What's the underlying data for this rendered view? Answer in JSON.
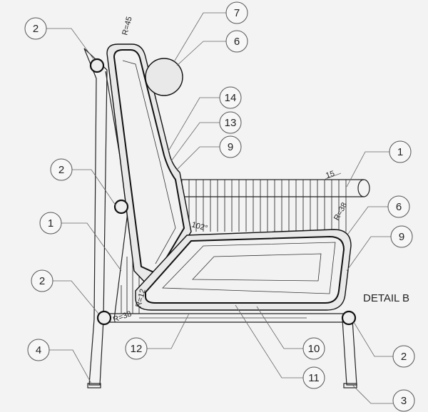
{
  "title": "DETAIL B",
  "callouts": [
    {
      "label": "2"
    },
    {
      "label": "7"
    },
    {
      "label": "6"
    },
    {
      "label": "14"
    },
    {
      "label": "13"
    },
    {
      "label": "9"
    },
    {
      "label": "2"
    },
    {
      "label": "1"
    },
    {
      "label": "2"
    },
    {
      "label": "4"
    },
    {
      "label": "12"
    },
    {
      "label": "11"
    },
    {
      "label": "10"
    },
    {
      "label": "2"
    },
    {
      "label": "3"
    },
    {
      "label": "9"
    },
    {
      "label": "6"
    },
    {
      "label": "1"
    }
  ],
  "dimensions": {
    "r45": "R=45",
    "r38_right": "R=38",
    "r38_left": "R=38",
    "r12": "R=12",
    "d15": "15",
    "angle": "102°"
  }
}
